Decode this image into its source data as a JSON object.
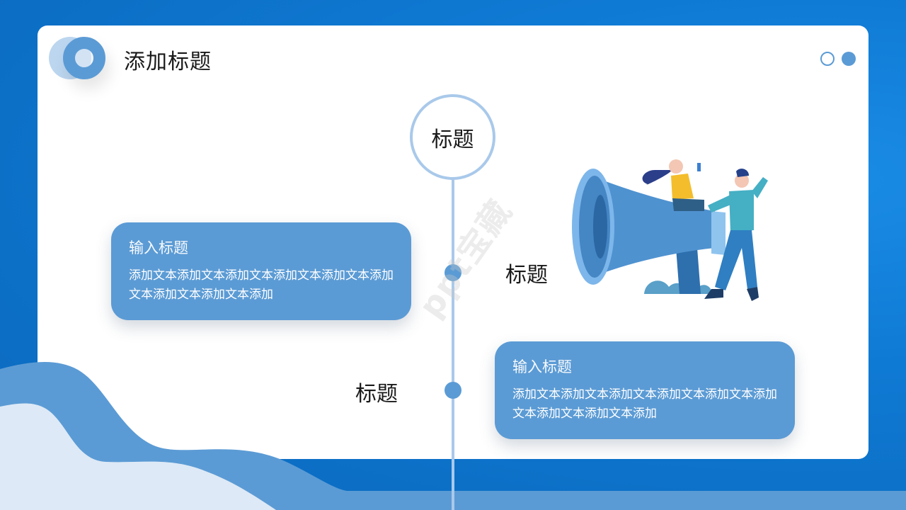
{
  "header": {
    "title": "添加标题",
    "page_indicator": {
      "dots": [
        "outline",
        "filled"
      ]
    }
  },
  "timeline": {
    "top_node_label": "标题",
    "nodes": [
      {
        "label": "标题",
        "side": "right"
      },
      {
        "label": "标题",
        "side": "left"
      }
    ]
  },
  "cards": [
    {
      "title": "输入标题",
      "body": "添加文本添加文本添加文本添加文本添加文本添加文本添加文本添加文本添加"
    },
    {
      "title": "输入标题",
      "body": "添加文本添加文本添加文本添加文本添加文本添加文本添加文本添加文本添加"
    }
  ],
  "illustration": {
    "icon": "megaphone-people-illustration"
  },
  "watermark": "ppt宝藏",
  "colors": {
    "accent": "#5b9bd5",
    "accent_light": "#a9c9ea",
    "background": "#0f7ad4",
    "wave_light": "#dde9f6"
  }
}
